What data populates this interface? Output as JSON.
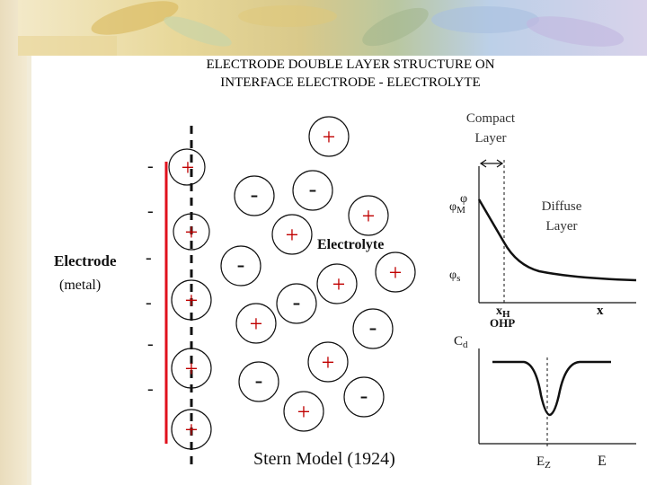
{
  "title": {
    "line1": "ELECTRODE  DOUBLE  LAYER   STRUCTURE  ON",
    "line2": "INTERFACE ELECTRODE - ELECTROLYTE"
  },
  "electrode_label": {
    "line1": "Electrode",
    "line2": "(metal)"
  },
  "electrolyte_label": "Electrolyte",
  "stern_caption": "Stern Model  (1924)",
  "compact_layer": {
    "line1": "Compact",
    "line2": "Layer"
  },
  "diffuse_layer": {
    "line1": "Diffuse",
    "line2": "Layer"
  },
  "graph": {
    "phi": "φ",
    "phi_m": "φ",
    "phi_m_sub": "M",
    "phi_s": "φ",
    "phi_s_sub": "s",
    "xh": "x",
    "xh_sub": "H",
    "ohp": "OHP",
    "x": "x",
    "cd": "C",
    "cd_sub": "d",
    "ez": "E",
    "ez_sub": "Z",
    "e": "E"
  },
  "signs": {
    "plus": "+",
    "minus": "-"
  },
  "colors": {
    "electrode": "#e0101c",
    "sign_red": "#c00000",
    "text_blue": "#1f3a8a",
    "curve": "#1a1a1a"
  }
}
